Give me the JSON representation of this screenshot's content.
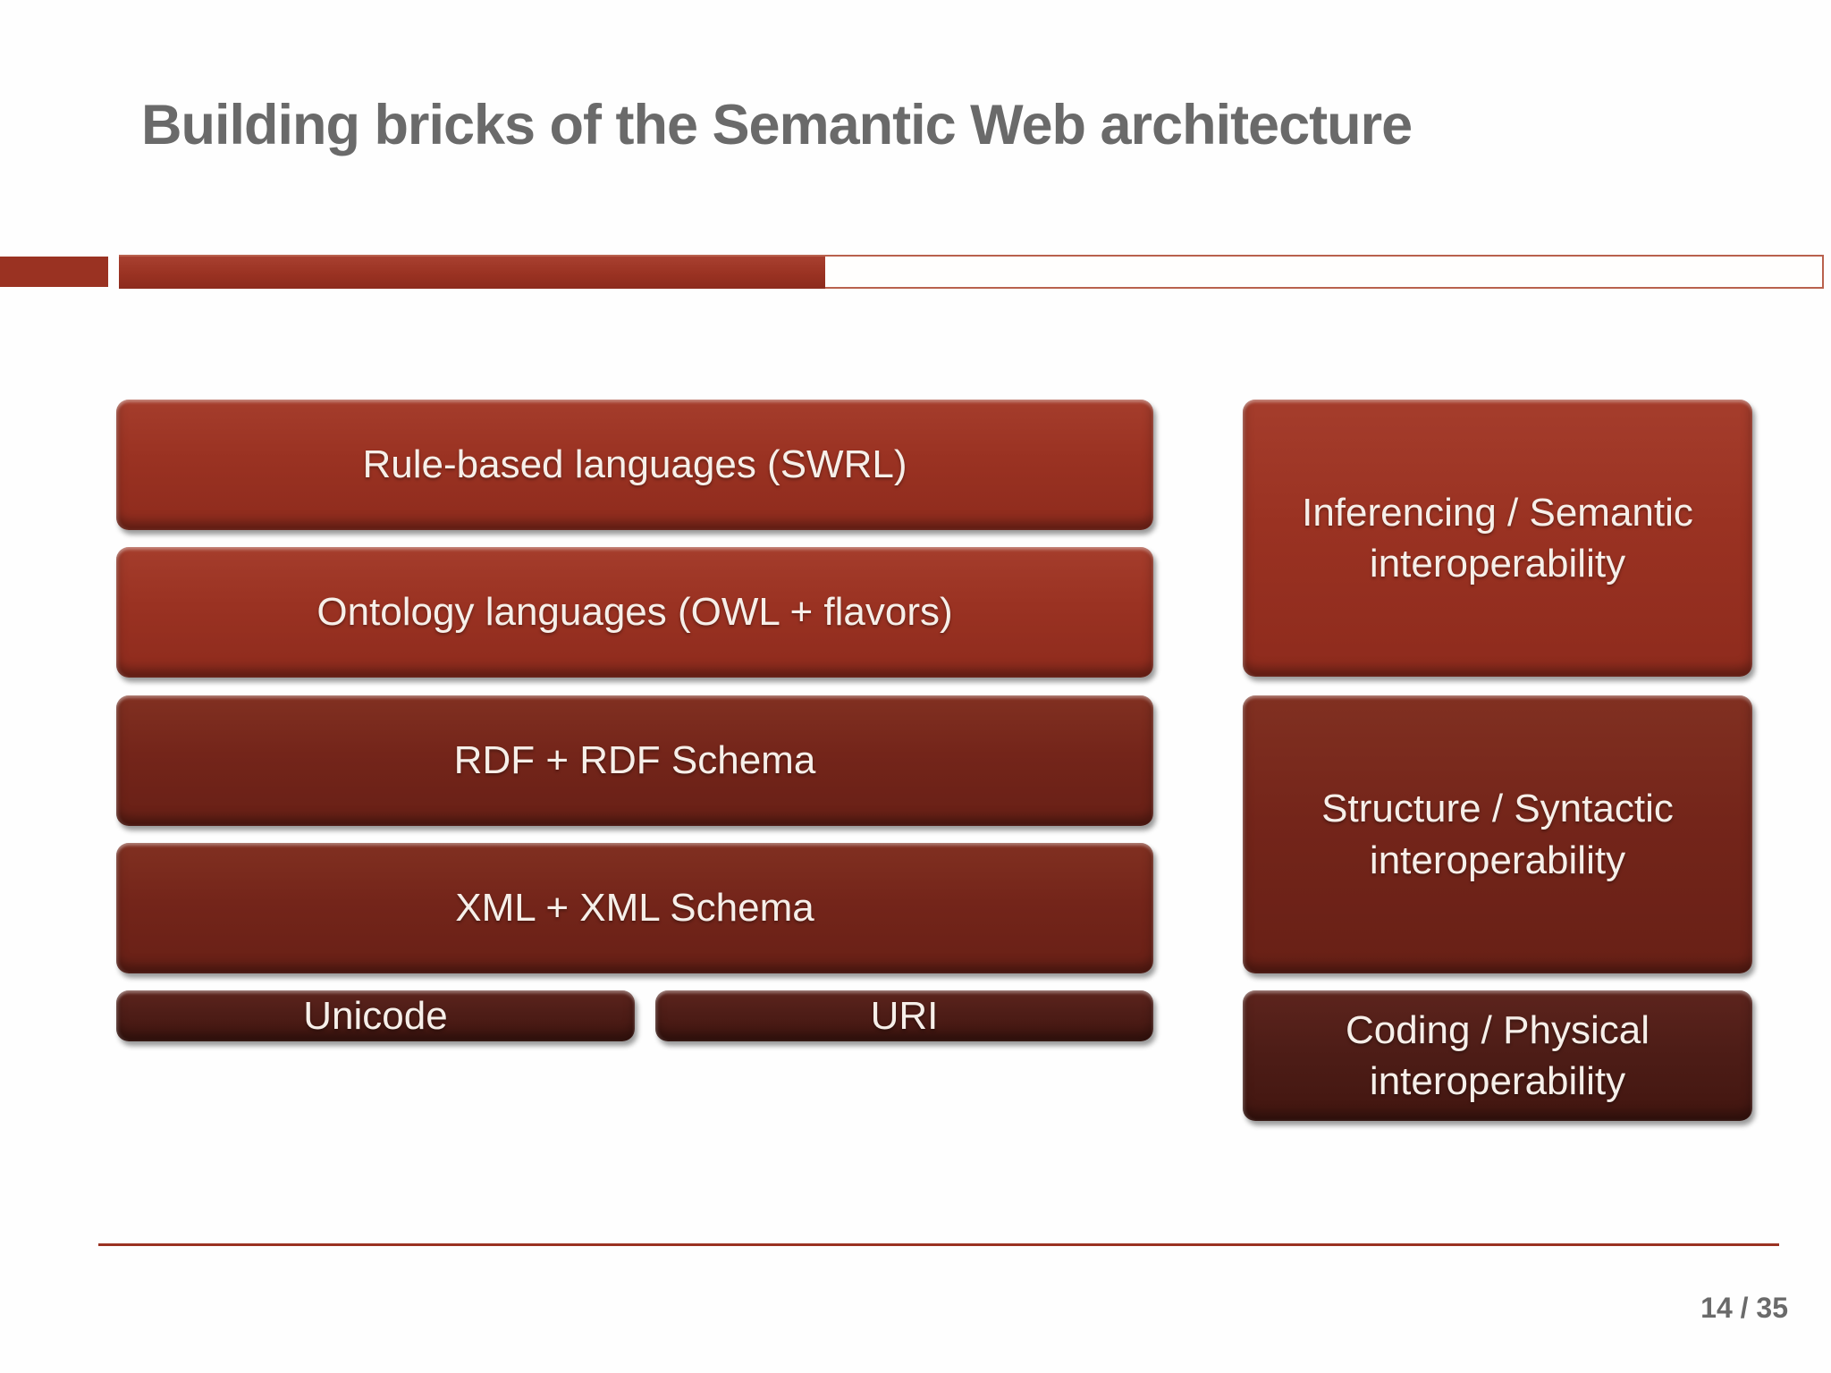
{
  "slide": {
    "title": "Building bricks of the Semantic Web architecture",
    "page_number": "14 / 35"
  },
  "colors": {
    "brick": "#9a3222",
    "dark_brick": "#74251a",
    "darkest_brick": "#4e1d17",
    "divider_outline": "#b9614d",
    "title_gray": "#6a6a6a",
    "box_text": "#f6efe9"
  },
  "diagram": {
    "left_stack": [
      {
        "label": "Rule-based languages (SWRL)"
      },
      {
        "label": "Ontology languages (OWL + flavors)"
      },
      {
        "label": "RDF + RDF Schema"
      },
      {
        "label": "XML + XML Schema"
      }
    ],
    "base_row": [
      {
        "label": "Unicode"
      },
      {
        "label": "URI"
      }
    ],
    "right_stack": [
      {
        "label": "Inferencing / Semantic interoperability"
      },
      {
        "label": "Structure / Syntactic interoperability"
      },
      {
        "label": "Coding / Physical interoperability"
      }
    ]
  }
}
